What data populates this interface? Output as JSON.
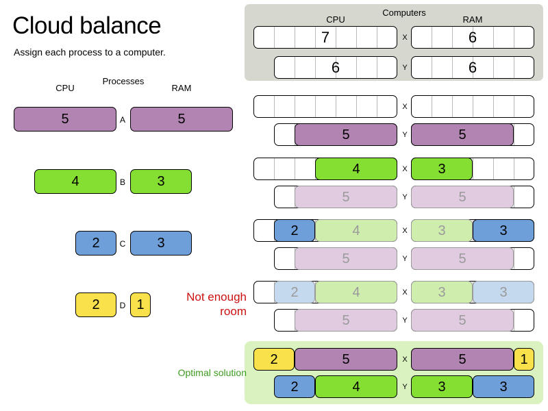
{
  "header": {
    "title": "Cloud balance",
    "subtitle": "Assign each process to a computer."
  },
  "processes_section": {
    "heading": "Processes",
    "cpu_label": "CPU",
    "ram_label": "RAM",
    "items": [
      {
        "id": "A",
        "cpu": "5",
        "ram": "5",
        "color": "purple"
      },
      {
        "id": "B",
        "cpu": "4",
        "ram": "3",
        "color": "green"
      },
      {
        "id": "C",
        "cpu": "2",
        "ram": "3",
        "color": "blue"
      },
      {
        "id": "D",
        "cpu": "2",
        "ram": "1",
        "color": "yellow"
      }
    ]
  },
  "computers_section": {
    "heading": "Computers",
    "cpu_label": "CPU",
    "ram_label": "RAM",
    "items": [
      {
        "id": "X",
        "cpu_capacity": "7",
        "ram_capacity": "6"
      },
      {
        "id": "Y",
        "cpu_capacity": "6",
        "ram_capacity": "6"
      }
    ]
  },
  "assignment_steps": [
    {
      "step": 1,
      "rows": [
        {
          "computer": "X",
          "cpu_bars": [],
          "ram_bars": []
        },
        {
          "computer": "Y",
          "cpu_bars": [
            {
              "value": "5",
              "color": "purple",
              "faded": false
            }
          ],
          "ram_bars": [
            {
              "value": "5",
              "color": "purple",
              "faded": false
            }
          ]
        }
      ]
    },
    {
      "step": 2,
      "rows": [
        {
          "computer": "X",
          "cpu_bars": [
            {
              "value": "4",
              "color": "green",
              "faded": false
            }
          ],
          "ram_bars": [
            {
              "value": "3",
              "color": "green",
              "faded": false
            }
          ]
        },
        {
          "computer": "Y",
          "cpu_bars": [
            {
              "value": "5",
              "color": "purple",
              "faded": true
            }
          ],
          "ram_bars": [
            {
              "value": "5",
              "color": "purple",
              "faded": true
            }
          ]
        }
      ]
    },
    {
      "step": 3,
      "rows": [
        {
          "computer": "X",
          "cpu_bars": [
            {
              "value": "2",
              "color": "blue",
              "faded": false
            },
            {
              "value": "4",
              "color": "green",
              "faded": true
            }
          ],
          "ram_bars": [
            {
              "value": "3",
              "color": "green",
              "faded": true
            },
            {
              "value": "3",
              "color": "blue",
              "faded": false
            }
          ]
        },
        {
          "computer": "Y",
          "cpu_bars": [
            {
              "value": "5",
              "color": "purple",
              "faded": true
            }
          ],
          "ram_bars": [
            {
              "value": "5",
              "color": "purple",
              "faded": true
            }
          ]
        }
      ]
    },
    {
      "step": 4,
      "rows": [
        {
          "computer": "X",
          "cpu_bars": [
            {
              "value": "2",
              "color": "blue",
              "faded": true
            },
            {
              "value": "4",
              "color": "green",
              "faded": true
            }
          ],
          "ram_bars": [
            {
              "value": "3",
              "color": "green",
              "faded": true
            },
            {
              "value": "3",
              "color": "blue",
              "faded": true
            }
          ]
        },
        {
          "computer": "Y",
          "cpu_bars": [
            {
              "value": "5",
              "color": "purple",
              "faded": true
            }
          ],
          "ram_bars": [
            {
              "value": "5",
              "color": "purple",
              "faded": true
            }
          ]
        }
      ]
    }
  ],
  "annotations": {
    "not_enough_room": "Not enough\nroom",
    "optimal_solution": "Optimal solution"
  },
  "optimal_solution": {
    "rows": [
      {
        "computer": "X",
        "cpu_bars": [
          {
            "value": "2",
            "color": "yellow"
          },
          {
            "value": "5",
            "color": "purple"
          }
        ],
        "ram_bars": [
          {
            "value": "5",
            "color": "purple"
          },
          {
            "value": "1",
            "color": "yellow"
          }
        ]
      },
      {
        "computer": "Y",
        "cpu_bars": [
          {
            "value": "2",
            "color": "blue"
          },
          {
            "value": "4",
            "color": "green"
          }
        ],
        "ram_bars": [
          {
            "value": "3",
            "color": "green"
          },
          {
            "value": "3",
            "color": "blue"
          }
        ]
      }
    ]
  },
  "colors": {
    "purple": "#b184b1",
    "green": "#84df32",
    "blue": "#6f9fd8",
    "yellow": "#f8e14a",
    "purple_faded": "#e0cbe0",
    "green_faded": "#cfeeae",
    "blue_faded": "#c5d9ee",
    "panel_grey": "#d6d8d0",
    "optimal_bg": "#d9f2c0",
    "warning_red": "#cc1111",
    "optimal_green": "#3d9b1f"
  }
}
